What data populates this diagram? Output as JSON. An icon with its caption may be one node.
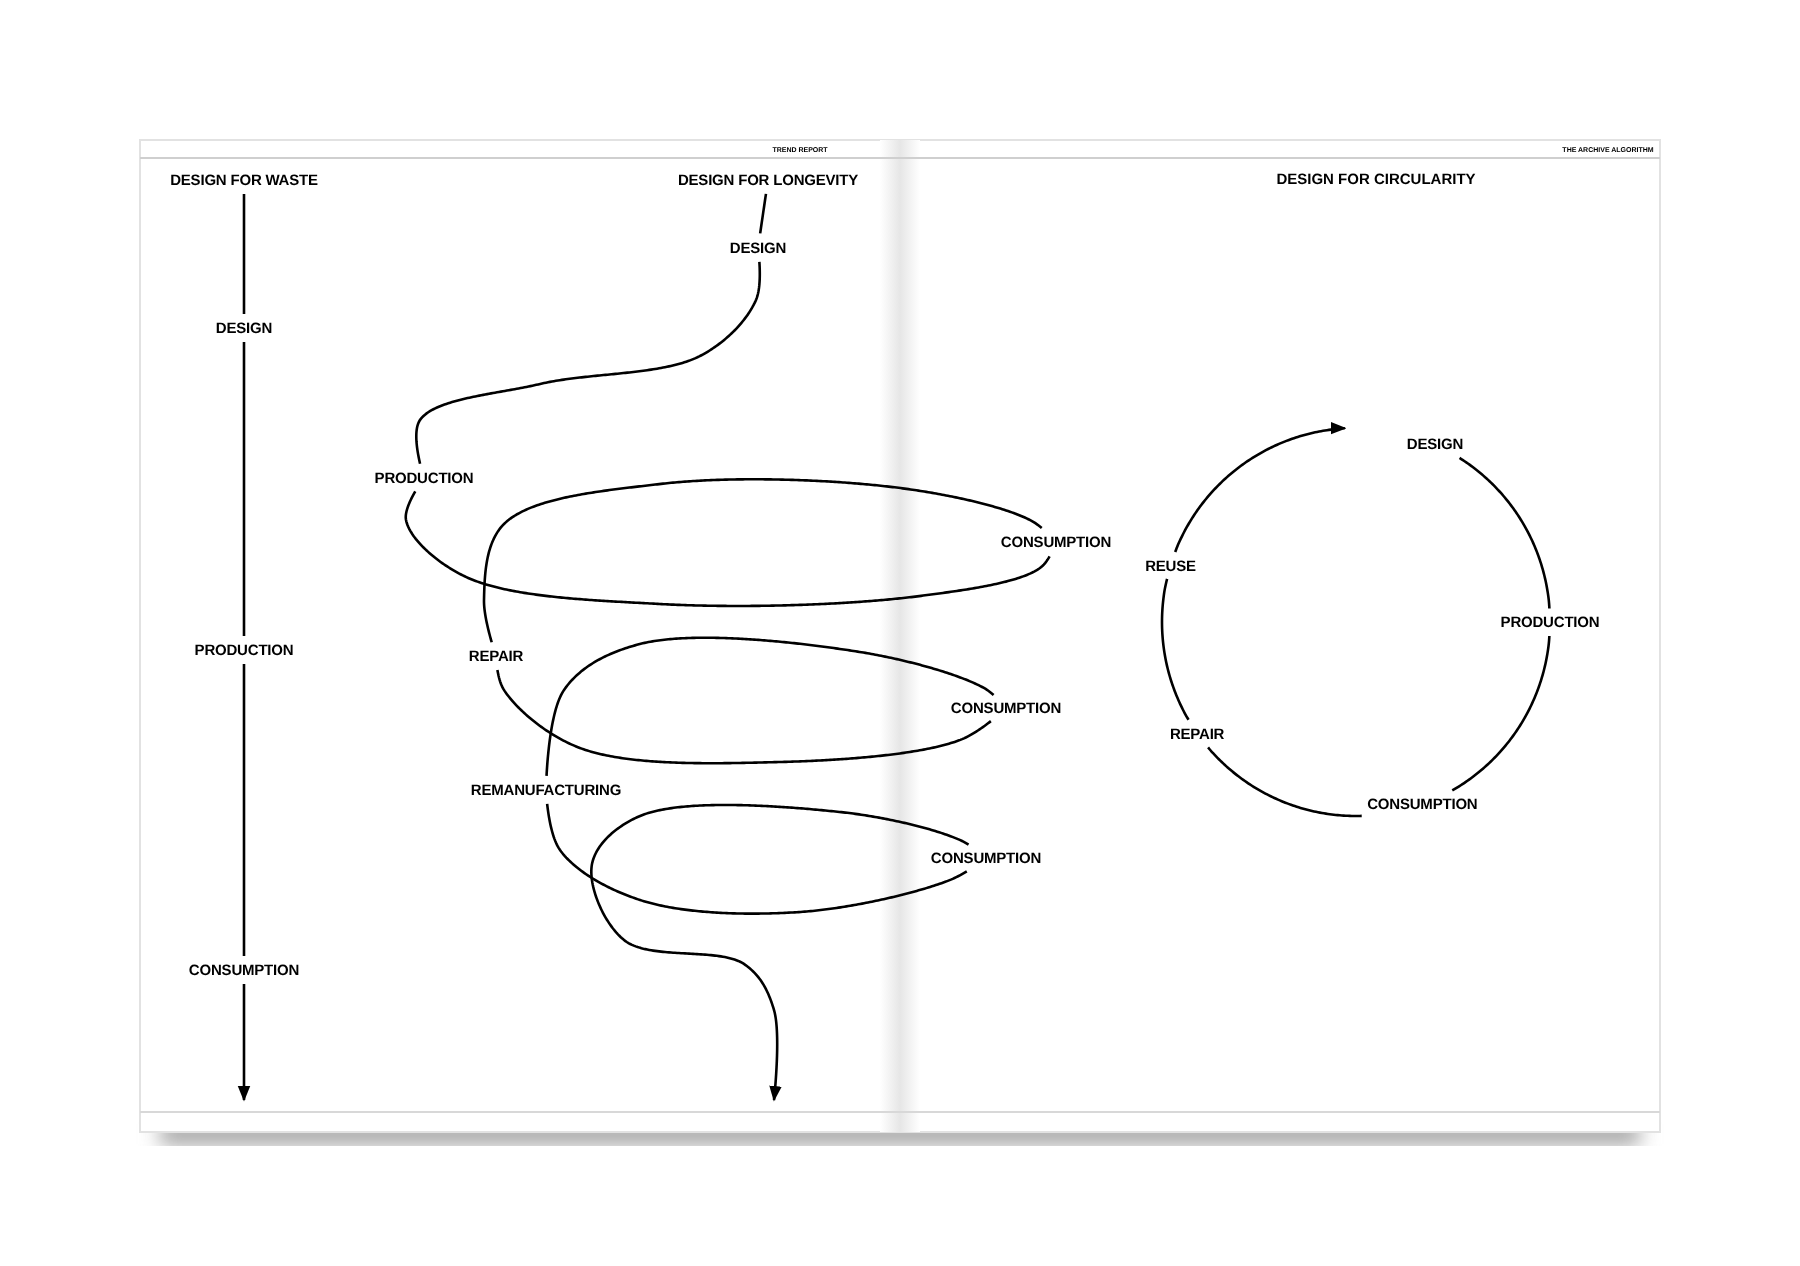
{
  "diagram": {
    "nodes": [
      {
        "text": [
          "DESIGN"
        ]
      },
      {
        "text": [
          "PRODUCTION"
        ]
      },
      {
        "text": [
          "CONSUMPTION"
        ]
      },
      {
        "text": [
          "DESIGN"
        ]
      },
      {
        "text": [
          "PRODUCTION"
        ]
      },
      {
        "text": [
          "CONSUMPTION"
        ]
      },
      {
        "text": [
          "REPAIR"
        ]
      },
      {
        "text": [
          "CONSUMPTION"
        ]
      },
      {
        "text": [
          "REMANUFACTURING"
        ]
      },
      {
        "text": [
          "CONSUMPTION"
        ]
      },
      {
        "text": [
          "DESIGN"
        ]
      },
      {
        "text": [
          "PRODUCTION"
        ]
      },
      {
        "text": [
          "CONSUMPTION"
        ]
      },
      {
        "text": [
          "REPAIR"
        ]
      },
      {
        "text": [
          "REUSE"
        ]
      },
      {
        "text": [
          "DESIGN FOR WASTE"
        ]
      },
      {
        "text": [
          "DESIGN FOR LONGEVITY"
        ]
      }
    ],
    "edges": [
      {
        "from": 15,
        "to": 0,
        "arrow": "none"
      },
      {
        "from": 0,
        "to": 1,
        "arrow": "none"
      },
      {
        "from": 1,
        "to": 2,
        "arrow": "none"
      },
      {
        "from": 2,
        "to": null,
        "arrow": "to"
      },
      {
        "from": 16,
        "to": 3,
        "arrow": "none"
      },
      {
        "from": 3,
        "to": 4,
        "arrow": "none"
      },
      {
        "from": 4,
        "to": 5,
        "arrow": "none"
      },
      {
        "from": 5,
        "to": 6,
        "arrow": "none"
      },
      {
        "from": 6,
        "to": 7,
        "arrow": "none"
      },
      {
        "from": 7,
        "to": 8,
        "arrow": "none"
      },
      {
        "from": 8,
        "to": 9,
        "arrow": "none"
      },
      {
        "from": 9,
        "to": null,
        "arrow": "to"
      },
      {
        "from": 10,
        "to": 11,
        "arrow": "none"
      },
      {
        "from": 11,
        "to": 12,
        "arrow": "none"
      },
      {
        "from": 12,
        "to": 13,
        "arrow": "none"
      },
      {
        "from": 13,
        "to": 14,
        "arrow": "none"
      },
      {
        "from": 14,
        "to": 10,
        "arrow": "to"
      }
    ],
    "labels": [
      "TREND REPORT",
      "THE ARCHIVE ALGORITHM",
      "DESIGN FOR CIRCULARITY"
    ]
  }
}
